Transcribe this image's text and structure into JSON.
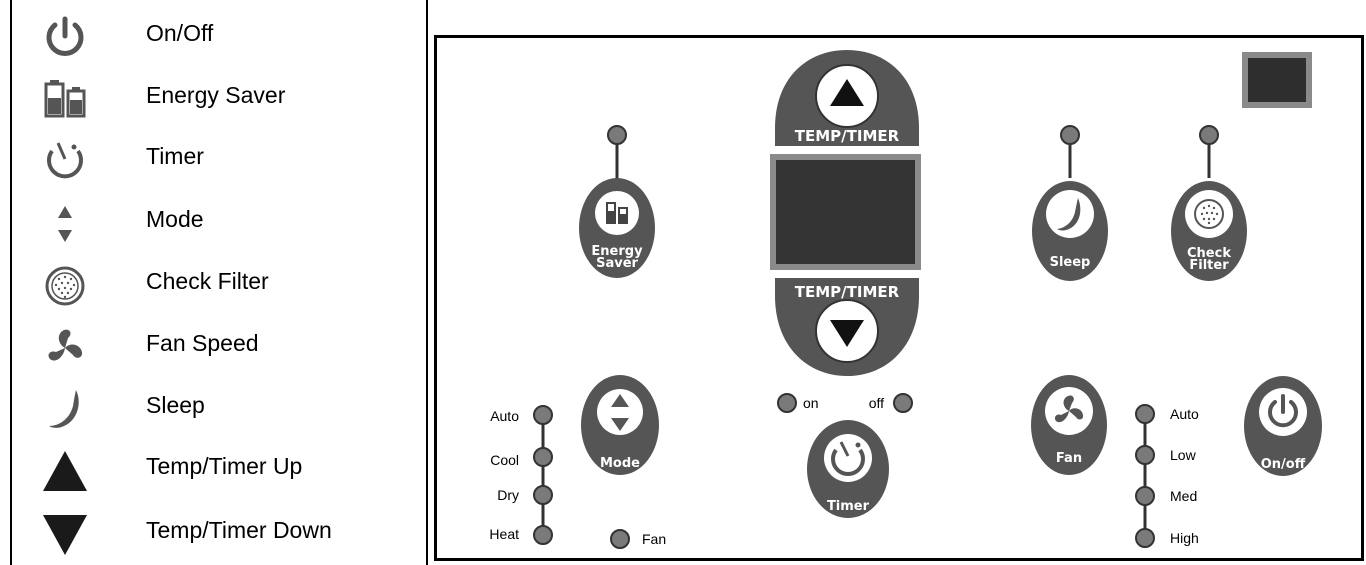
{
  "legend": {
    "items": [
      {
        "icon": "power-icon",
        "label": "On/Off"
      },
      {
        "icon": "battery-icon",
        "label": "Energy Saver"
      },
      {
        "icon": "timer-icon",
        "label": "Timer"
      },
      {
        "icon": "up-down-arrows-icon",
        "label": "Mode"
      },
      {
        "icon": "filter-icon",
        "label": "Check Filter"
      },
      {
        "icon": "fan-icon",
        "label": "Fan Speed"
      },
      {
        "icon": "moon-icon",
        "label": "Sleep"
      },
      {
        "icon": "triangle-up-icon",
        "label": "Temp/Timer Up"
      },
      {
        "icon": "triangle-down-icon",
        "label": "Temp/Timer Down"
      }
    ]
  },
  "panel": {
    "temp_up_label": "TEMP/TIMER",
    "temp_down_label": "TEMP/TIMER",
    "energy_saver_line1": "Energy",
    "energy_saver_line2": "Saver",
    "sleep_label": "Sleep",
    "check_filter_line1": "Check",
    "check_filter_line2": "Filter",
    "mode_label": "Mode",
    "timer_label": "Timer",
    "fan_label": "Fan",
    "onoff_label": "On/off",
    "timer_on": "on",
    "timer_off": "off",
    "mode_options": [
      "Auto",
      "Cool",
      "Dry",
      "Heat"
    ],
    "fan_mode_indicator": "Fan",
    "fan_speed_options": [
      "Auto",
      "Low",
      "Med",
      "High"
    ]
  },
  "colors": {
    "button_dark": "#555555",
    "led": "#7a7a7a",
    "display": "#333333",
    "display_border": "#8a8a8a"
  }
}
